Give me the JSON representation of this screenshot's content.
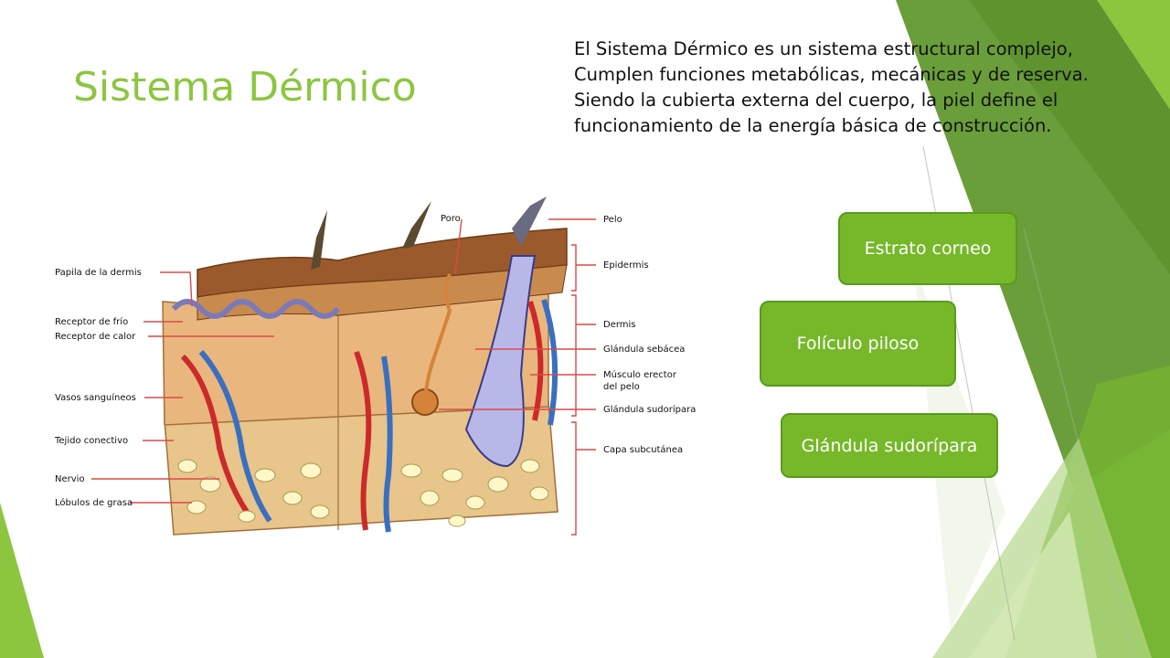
{
  "slide": {
    "title": "Sistema Dérmico",
    "description_lines": [
      "El Sistema Dérmico es un sistema estructural complejo,",
      "Cumplen funciones metabólicas, mecánicas y de reserva.",
      "Siendo la cubierta externa del cuerpo, la piel define el",
      "funcionamiento de la energía básica de construcción."
    ]
  },
  "diagram": {
    "labels_left": [
      "Papila de la dermis",
      "Receptor de frío",
      "Receptor de calor",
      "Vasos sanguíneos",
      "Tejido conectivo",
      "Nervio",
      "Lóbulos de grasa"
    ],
    "labels_right": [
      "Pelo",
      "Epidermis",
      "Dermis",
      "Glándula sebácea",
      "Músculo erector",
      "del pelo",
      "Glándula sudorípara",
      "Capa subcutánea"
    ],
    "label_top": "Poro"
  },
  "buttons": {
    "estrato": "Estrato corneo",
    "foliculo": "Folículo piloso",
    "glandula": "Glándula sudorípara"
  },
  "colors": {
    "accent_green": "#8cc63f",
    "button_green": "#76b82a",
    "dark_green": "#4e8a1e",
    "vessel_red": "#cc2a2a",
    "vessel_blue": "#3a6fc0",
    "leader_line": "#d94a4a"
  }
}
